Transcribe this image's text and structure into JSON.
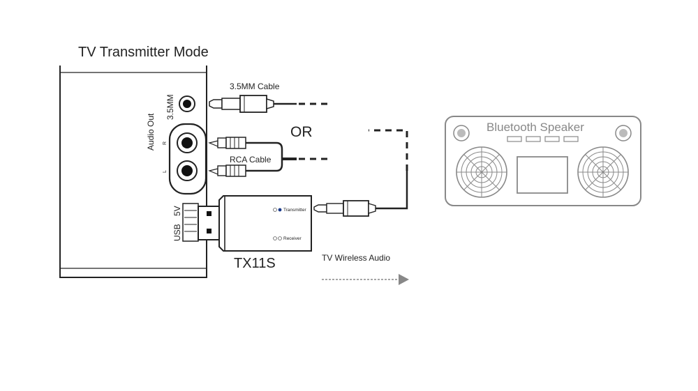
{
  "title": "TV Transmitter Mode",
  "tv": {
    "port_35mm": "3.5MM",
    "audio_out": "Audio Out",
    "right_channel": "R",
    "left_channel": "L",
    "usb": "USB",
    "usb_voltage": "5V"
  },
  "cables": {
    "aux": "3.5MM Cable",
    "rca": "RCA Cable",
    "or_label": "OR"
  },
  "device": {
    "model": "TX11S",
    "transmitter_led": "Transmitter",
    "receiver_led": "Receiver"
  },
  "speaker": {
    "label": "Bluetooth Speaker"
  },
  "wireless": {
    "label": "TV Wireless Audio"
  },
  "colors": {
    "line": "#222222",
    "speaker_outline": "#888888",
    "arrow": "#888888",
    "led_active": "#1a3a8a"
  }
}
